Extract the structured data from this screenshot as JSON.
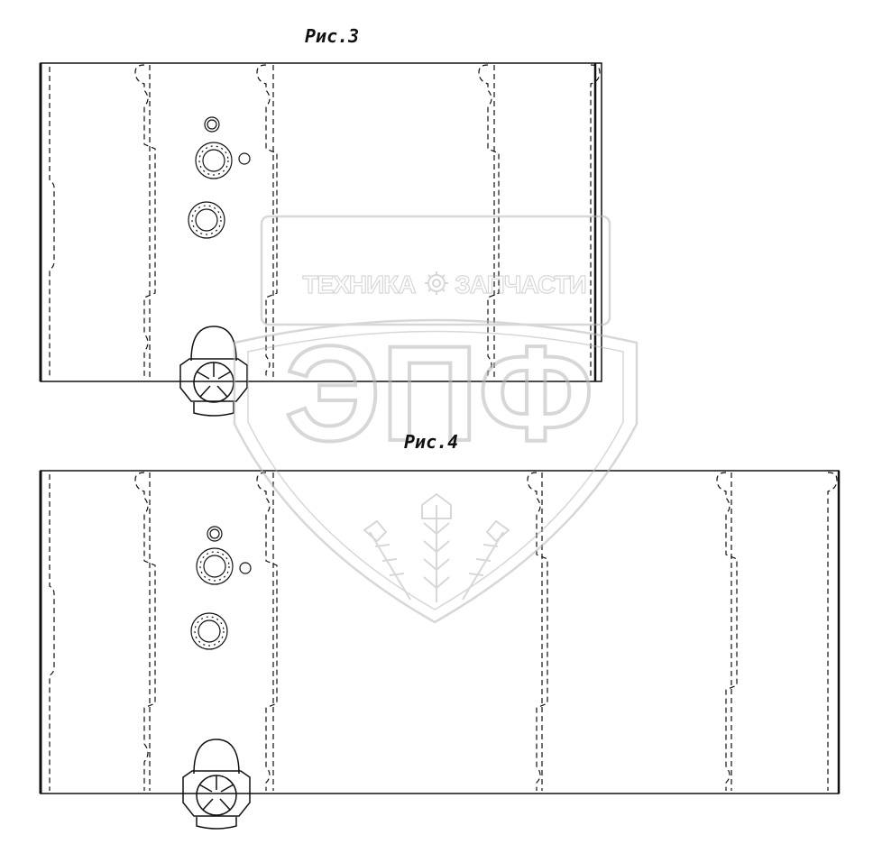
{
  "figures": [
    {
      "id": "fig3",
      "caption": "Рис.3"
    },
    {
      "id": "fig4",
      "caption": "Рис.4"
    }
  ],
  "watermark": {
    "top_left": "ТЕХНИКА",
    "top_right": "ЗАПЧАСТИ",
    "main": "ЭПФ",
    "gear_icon": "gear-icon",
    "wheat_icon": "wheat-icon",
    "color": "#b8b8b8"
  },
  "line_color": "#111111"
}
